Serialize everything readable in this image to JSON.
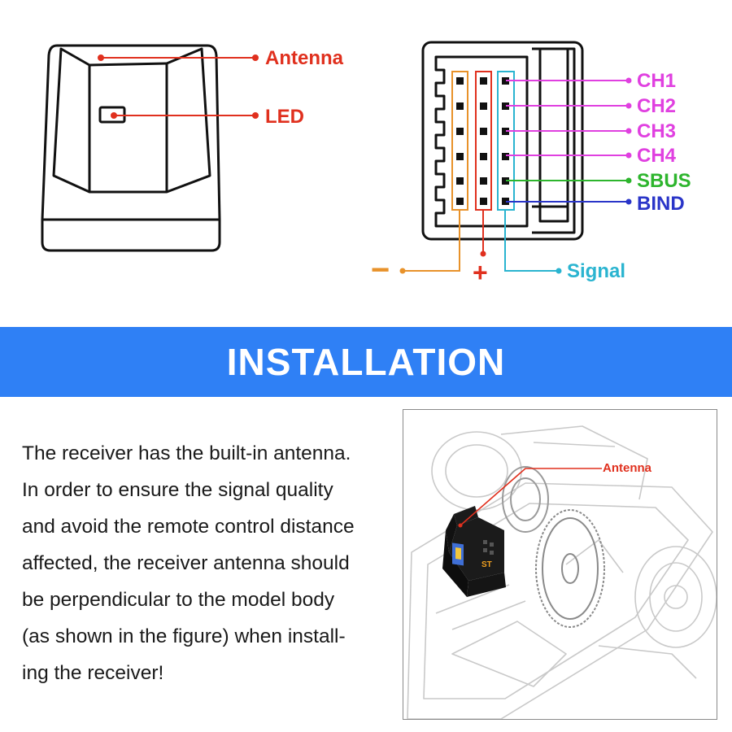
{
  "front_view": {
    "antenna_label": "Antenna",
    "led_label": "LED",
    "colors": {
      "callout": "#e0301e",
      "outline": "#111111"
    }
  },
  "pinout": {
    "channels": [
      {
        "label": "CH1",
        "color": "#e040e0"
      },
      {
        "label": "CH2",
        "color": "#e040e0"
      },
      {
        "label": "CH3",
        "color": "#e040e0"
      },
      {
        "label": "CH4",
        "color": "#e040e0"
      },
      {
        "label": "SBUS",
        "color": "#2db52d"
      },
      {
        "label": "BIND",
        "color": "#2a35c8"
      }
    ],
    "negative_label": "−",
    "positive_label": "+",
    "signal_label": "Signal",
    "colors": {
      "negative": "#e8922a",
      "positive": "#e0301e",
      "signal": "#2ab4d0"
    }
  },
  "banner": {
    "title": "INSTALLATION",
    "color": "#2f80f5"
  },
  "instructions": {
    "lines": [
      "The receiver has the built-in antenna.",
      "In order to ensure the signal quality",
      "and avoid the remote control distance",
      "affected, the receiver antenna should",
      "be perpendicular to the model body",
      "(as shown in the figure) when install-",
      "ing the receiver!"
    ]
  },
  "installation_figure": {
    "antenna_label": "Antenna",
    "logo_text": "ST"
  }
}
